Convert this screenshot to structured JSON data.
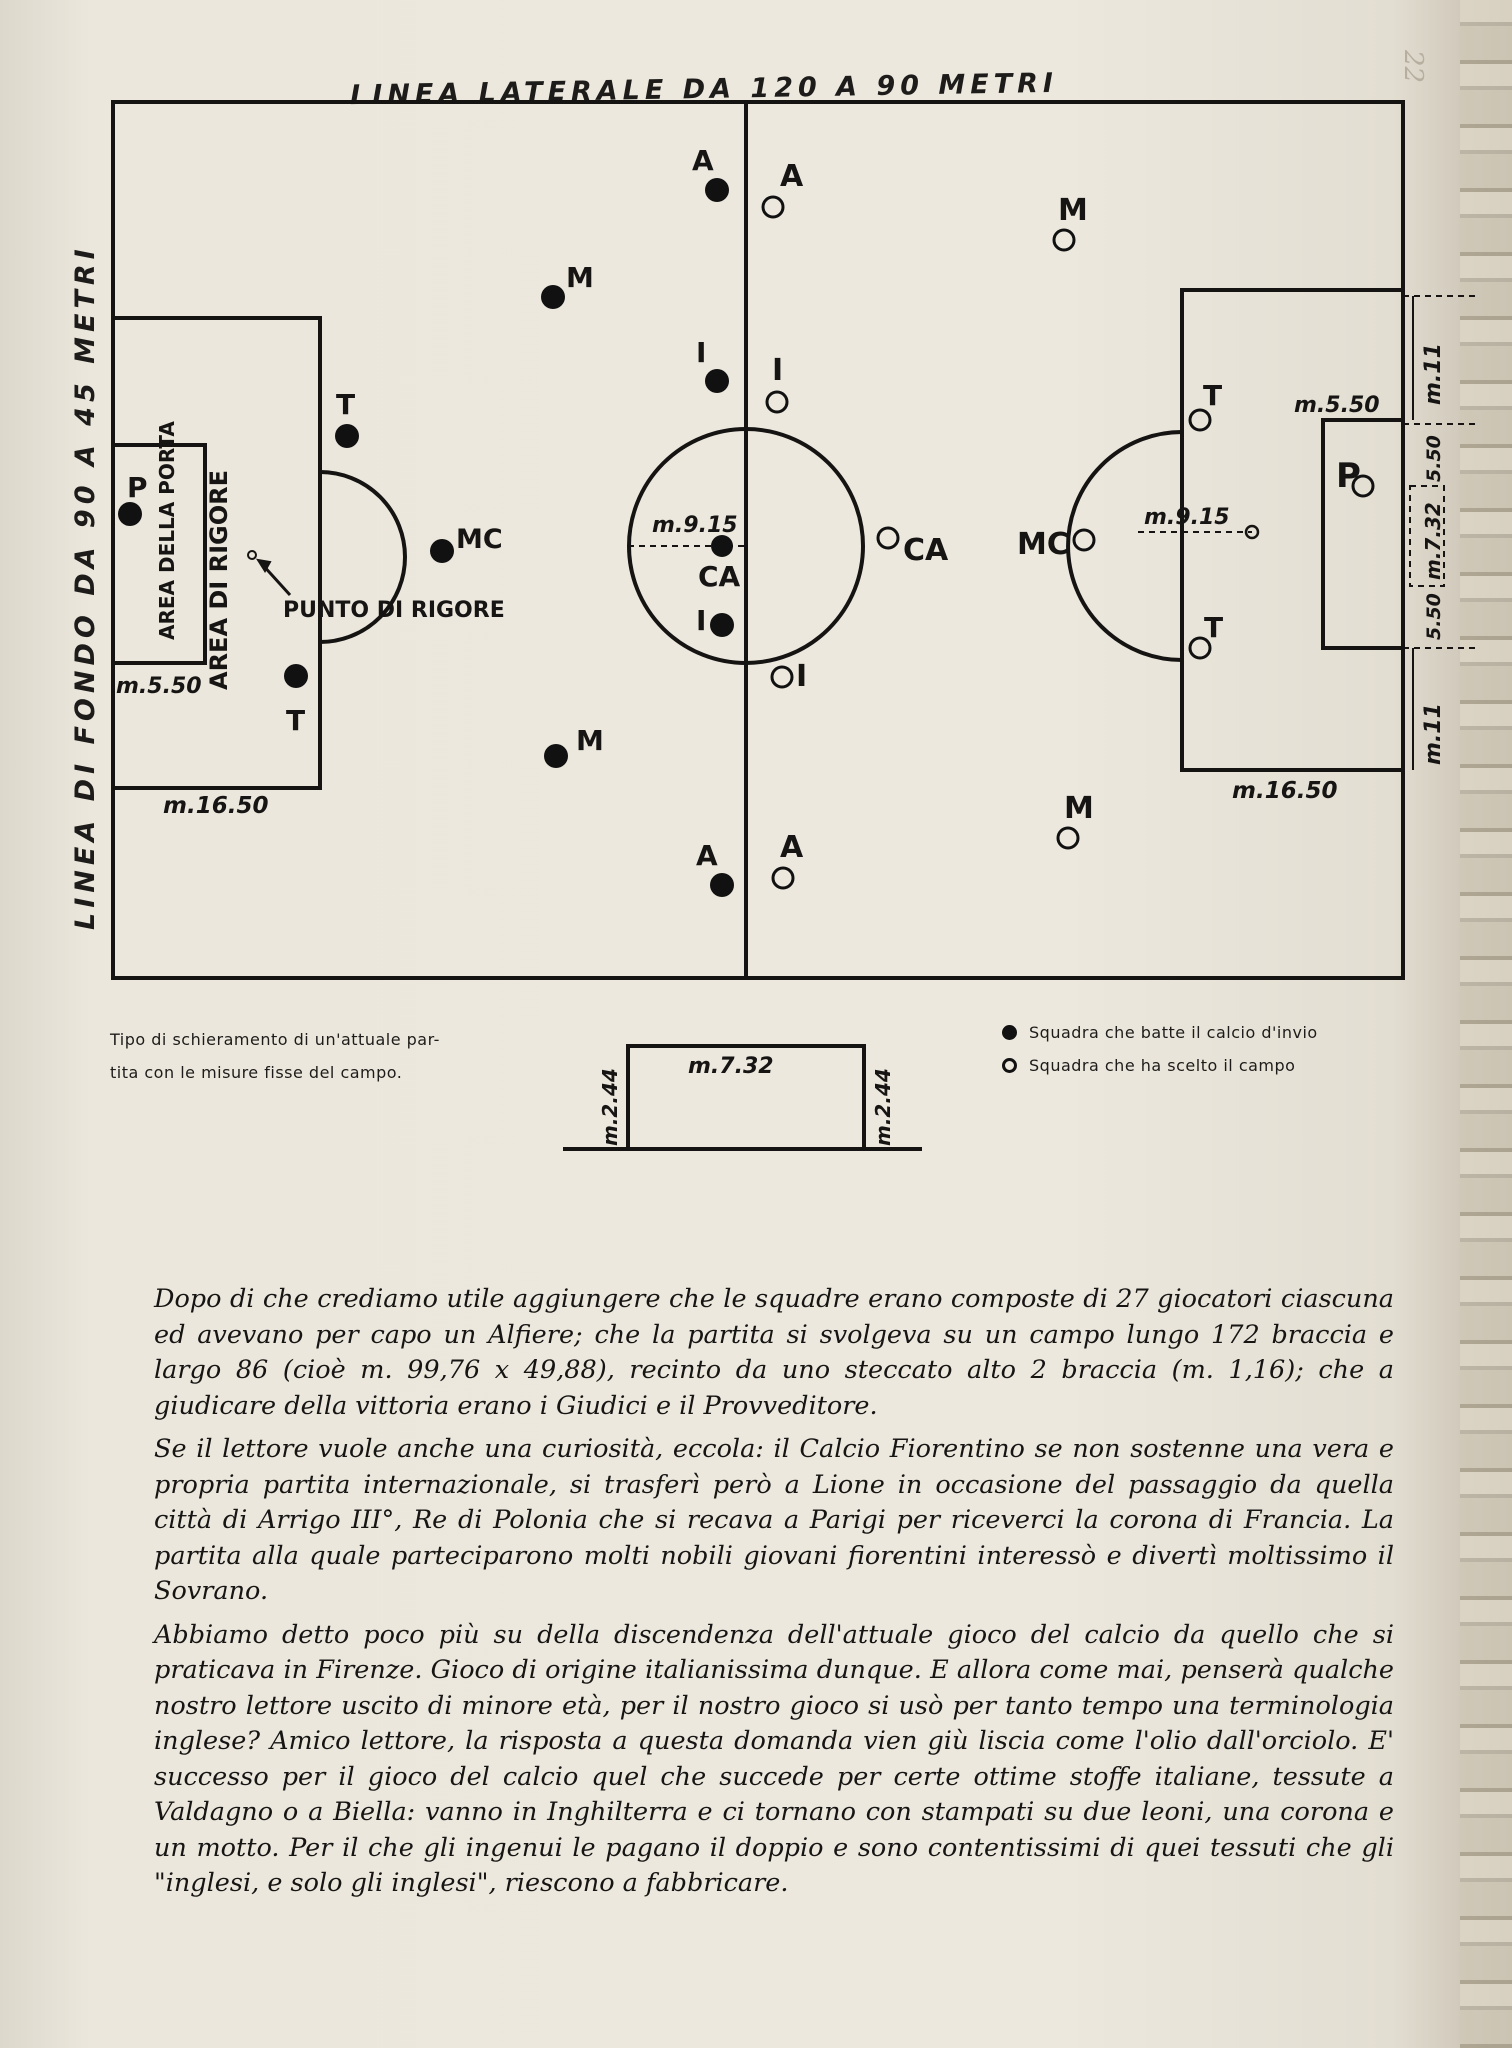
{
  "diagram": {
    "sideline_caption": "LINEA LATERALE DA 120 A 90 METRI",
    "goalline_caption": "LINEA DI FONDO DA 90 A 45 METRI",
    "area_labels": {
      "penalty_area": "AREA DI RIGORE",
      "goal_area": "AREA DELLA PORTA",
      "penalty_spot": "PUNTO DI RIGORE"
    },
    "measures": {
      "center_radius": "m.9.15",
      "arc_radius_right": "m.9.15",
      "goal_area_depth_left": "m.5.50",
      "goal_area_depth_right": "m.5.50",
      "penalty_depth_left": "m.16.50",
      "penalty_depth_right": "m.16.50",
      "side_top": "m.11",
      "side_goal_top": "5.50",
      "goal_width": "m.7.32",
      "side_goal_bottom": "5.50",
      "side_bottom": "m.11",
      "goal_diagram_width": "m.7.32",
      "goal_height_left": "m.2.44",
      "goal_height_right": "m.2.44"
    },
    "team_kickoff_players": [
      "P",
      "T",
      "T",
      "MC",
      "M",
      "M",
      "A",
      "I",
      "CA",
      "I",
      "A"
    ],
    "team_chose_field_players": [
      "P",
      "T",
      "T",
      "MC",
      "M",
      "M",
      "A",
      "I",
      "CA",
      "I",
      "A"
    ]
  },
  "caption": {
    "line1": "Tipo di schieramento di un'attuale par-",
    "line2": "tita con le misure fisse del campo."
  },
  "legend": {
    "filled": "Squadra che batte il calcio d'invio",
    "hollow": "Squadra che ha scelto il campo"
  },
  "body": {
    "p1": "Dopo di che crediamo utile aggiungere che le squadre erano composte di 27 giocatori ciascuna ed avevano per capo un Alfiere; che la partita si svolgeva su un campo lungo 172 braccia e largo 86 (cioè m. 99,76 x 49,88), recinto da uno steccato alto 2 braccia (m. 1,16); che a giudicare della vittoria erano i Giudici e il Provveditore.",
    "p2": "Se il lettore vuole anche una curiosità, eccola: il Calcio Fiorentino se non sostenne una vera e propria partita internazionale, si trasferì però a Lione in occasione del passaggio da quella città di Arrigo III°, Re di Polonia che si recava a Parigi per riceverci la corona di Francia. La partita alla quale parteciparono molti nobili giovani fiorentini interessò e divertì moltissimo il Sovrano.",
    "p3": "Abbiamo detto poco più su della discendenza dell'attuale gioco del calcio da quello che si praticava in Firenze. Gioco di origine italianissima dunque. E allora come mai, penserà qualche nostro lettore uscito di minore età, per il nostro gioco si usò per tanto tempo una terminologia inglese? Amico lettore, la risposta a questa domanda vien giù liscia come l'olio dall'orciolo. E' successo per il gioco del calcio quel che succede per certe ottime stoffe italiane, tessute a Valdagno o a Biella: vanno in Inghilterra e ci tornano con stampati su due leoni, una corona e un motto. Per il che gli ingenui le pagano il doppio e sono contentissimi di quei tessuti che gli \"inglesi, e solo gli inglesi\", riescono a fabbricare."
  }
}
